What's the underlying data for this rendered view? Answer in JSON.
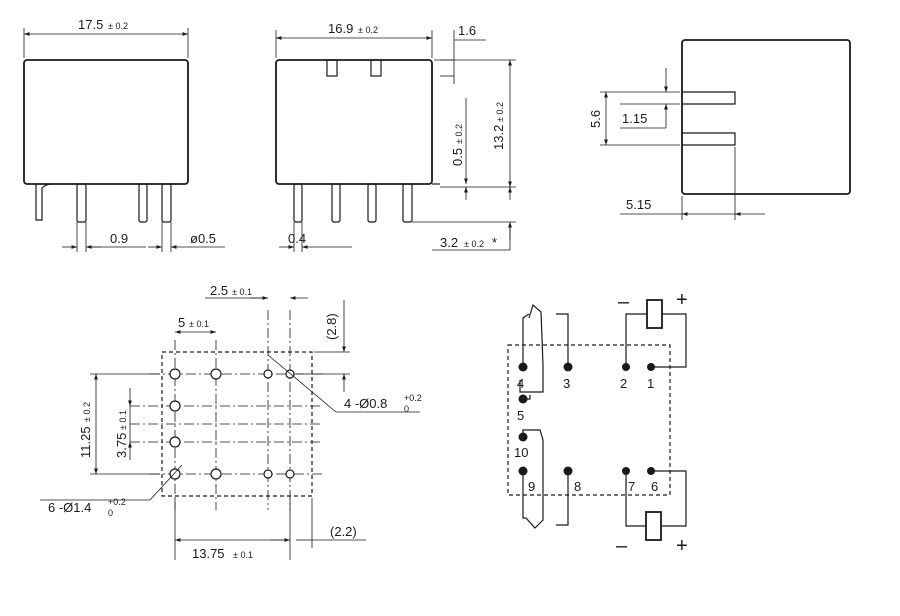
{
  "front_view": {
    "width_value": "17.5",
    "width_tol": "± 0.2",
    "pin_thickness": "0.9",
    "pin_diameter": "ø0.5"
  },
  "side_view": {
    "length_value": "16.9",
    "length_tol": "± 0.2",
    "tab_width": "1.6",
    "height_value": "13.2",
    "height_tol": "± 0.2",
    "standoff_value": "0.5",
    "standoff_tol": "± 0.2",
    "pin_width": "0.4",
    "pin_length_value": "3.2",
    "pin_length_tol": "± 0.2",
    "pin_length_note": "*"
  },
  "top_view": {
    "slot_spacing": "5.6",
    "slot_width": "1.15",
    "slot_depth": "5.15"
  },
  "pcb_layout": {
    "pitch_a_value": "2.5",
    "pitch_a_tol": "± 0.1",
    "pitch_b_value": "5",
    "pitch_b_tol": "± 0.1",
    "offset_top": "(2.8)",
    "row_spacing_value": "11.25",
    "row_spacing_tol": "± 0.2",
    "col_spacing_value": "3.75",
    "col_spacing_tol": "± 0.1",
    "small_hole_count": "4 -Ø0.8",
    "small_hole_tol_upper": "+0.2",
    "small_hole_tol_lower": "0",
    "large_hole_count": "6 -Ø1.4",
    "large_hole_tol_upper": "+0.2",
    "large_hole_tol_lower": "0",
    "total_width_value": "13.75",
    "total_width_tol": "± 0.1",
    "offset_right": "(2.2)"
  },
  "schematic": {
    "pins": [
      "4",
      "3",
      "2",
      "1",
      "5",
      "10",
      "9",
      "8",
      "7",
      "6"
    ],
    "minus_top": "–",
    "plus_top": "+",
    "minus_bottom": "–",
    "plus_bottom": "+"
  }
}
